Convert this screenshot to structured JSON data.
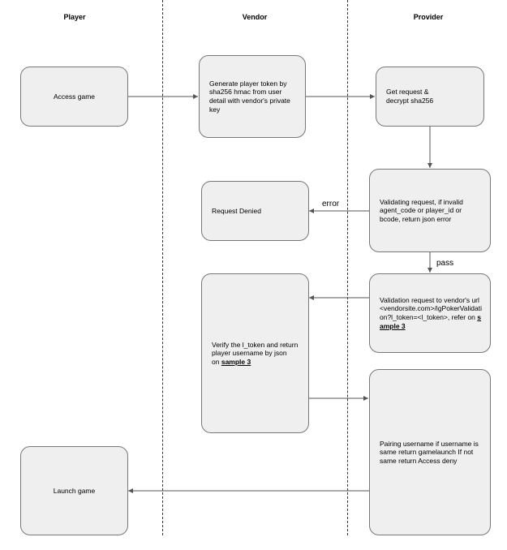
{
  "lanes": {
    "player": "Player",
    "vendor": "Vendor",
    "provider": "Provider"
  },
  "nodes": {
    "access_game": "Access game",
    "generate_token": "Generate player token by sha256 hmac from user detail with vendor's private key",
    "get_request": "Get request & decrypt sha256",
    "validating": "Validating request, if invalid agent_code or player_id or bcode, return json error",
    "request_denied": "Request Denied",
    "validation_request_text": "Validation request to vendor's url <vendorsite.com>/igPokerValidation?l_token=<l_token>, refer on",
    "validation_request_ref": "sample 3",
    "verify_text": "Verify the l_token and return player username by json",
    "verify_on": "on",
    "verify_ref": "sample 3",
    "pairing": "Pairing username if username is same return gamelaunch If not same return Access deny",
    "launch_game": "Launch game"
  },
  "edges": {
    "error_label": "error",
    "pass_label": "pass"
  },
  "colors": {
    "box_fill": "#efefef",
    "box_stroke": "#777777",
    "line": "#555555"
  }
}
